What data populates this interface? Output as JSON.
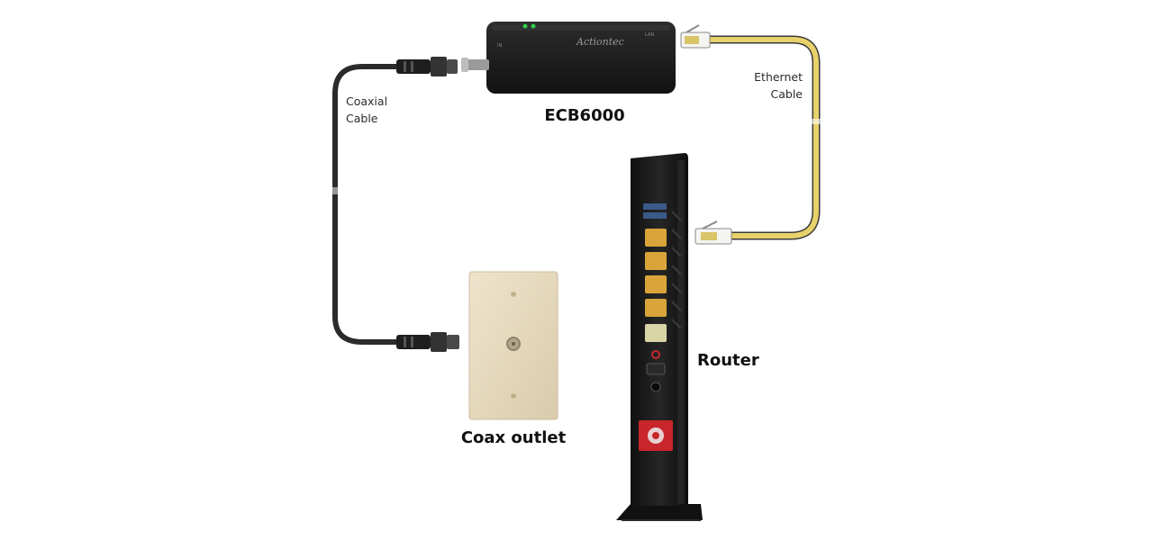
{
  "labels": {
    "adapter": "ECB6000",
    "router": "Router",
    "outlet": "Coax outlet",
    "coax_cable_line1": "Coaxial",
    "coax_cable_line2": "Cable",
    "ethernet_cable_line1": "Ethernet",
    "ethernet_cable_line2": "Cable",
    "adapter_brand": "Actiontec"
  },
  "colors": {
    "device_body": "#1b1b1b",
    "ethernet_cable": "#e7d16a",
    "coax_cable": "#2b2b2b",
    "wall_plate": "#e6d9bf",
    "router_port": "#d9a53a",
    "power_led": "#2fd24a",
    "router_badge": "#c8262a"
  },
  "icons": {
    "adapter": "network-adapter-icon",
    "router": "router-icon",
    "outlet": "coax-wall-outlet-icon"
  }
}
